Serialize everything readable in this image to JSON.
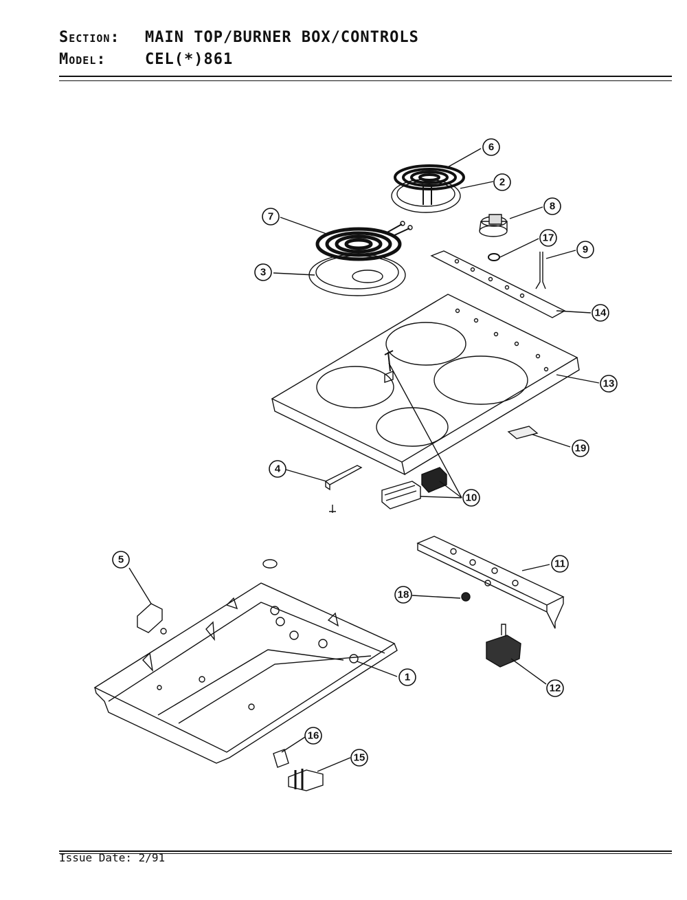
{
  "header": {
    "section_key": "Section:",
    "section_value": "MAIN TOP/BURNER BOX/CONTROLS",
    "model_key": "Model:",
    "model_value": "CEL(*)861"
  },
  "footer": {
    "issue_date": "Issue Date: 2/91"
  },
  "callouts": [
    {
      "id": "callout-1",
      "label": "1"
    },
    {
      "id": "callout-2",
      "label": "2"
    },
    {
      "id": "callout-3",
      "label": "3"
    },
    {
      "id": "callout-4",
      "label": "4"
    },
    {
      "id": "callout-5",
      "label": "5"
    },
    {
      "id": "callout-6",
      "label": "6"
    },
    {
      "id": "callout-7",
      "label": "7"
    },
    {
      "id": "callout-8",
      "label": "8"
    },
    {
      "id": "callout-9",
      "label": "9"
    },
    {
      "id": "callout-10",
      "label": "10"
    },
    {
      "id": "callout-11",
      "label": "11"
    },
    {
      "id": "callout-12",
      "label": "12"
    },
    {
      "id": "callout-13",
      "label": "13"
    },
    {
      "id": "callout-14",
      "label": "14"
    },
    {
      "id": "callout-15",
      "label": "15"
    },
    {
      "id": "callout-16",
      "label": "16"
    },
    {
      "id": "callout-17",
      "label": "17"
    },
    {
      "id": "callout-18",
      "label": "18"
    },
    {
      "id": "callout-19",
      "label": "19"
    }
  ]
}
